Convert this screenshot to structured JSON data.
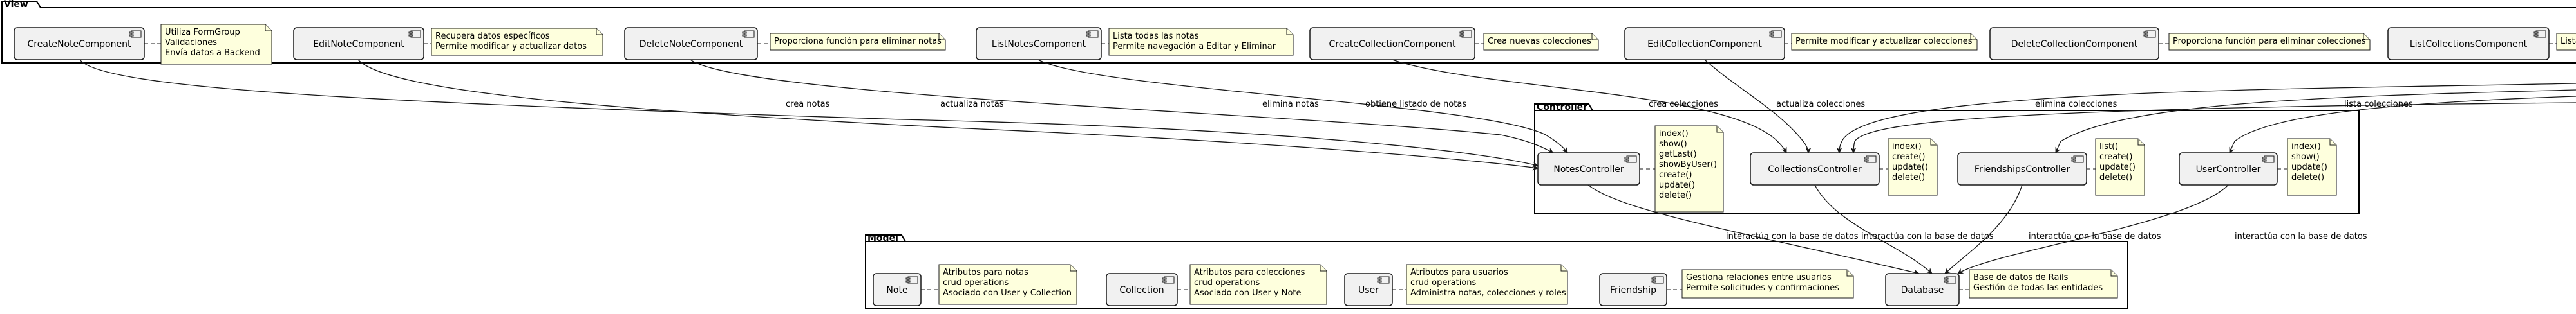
{
  "packages": {
    "view": "View",
    "controller": "Controller",
    "model": "Model"
  },
  "view_components": [
    {
      "id": "createNote",
      "label": "CreateNoteComponent",
      "note": [
        "Utiliza FormGroup",
        "Validaciones",
        "Envía datos a Backend"
      ]
    },
    {
      "id": "editNote",
      "label": "EditNoteComponent",
      "note": [
        "Recupera datos específicos",
        "Permite modificar y actualizar datos"
      ]
    },
    {
      "id": "deleteNote",
      "label": "DeleteNoteComponent",
      "note": [
        "Proporciona función para eliminar notas"
      ]
    },
    {
      "id": "listNotes",
      "label": "ListNotesComponent",
      "note": [
        "Lista todas las notas",
        "Permite navegación a Editar y Eliminar"
      ]
    },
    {
      "id": "createCollection",
      "label": "CreateCollectionComponent",
      "note": [
        "Crea nuevas colecciones"
      ]
    },
    {
      "id": "editCollection",
      "label": "EditCollectionComponent",
      "note": [
        "Permite modificar y actualizar colecciones"
      ]
    },
    {
      "id": "deleteCollection",
      "label": "DeleteCollectionComponent",
      "note": [
        "Proporciona función para eliminar colecciones"
      ]
    },
    {
      "id": "listCollections",
      "label": "ListCollectionsComponent",
      "note": [
        "Lista"
      ]
    }
  ],
  "controller_components": [
    {
      "id": "notesCtrl",
      "label": "NotesController",
      "note": [
        "index()",
        "show()",
        "getLast()",
        "showByUser()",
        "create()",
        "update()",
        "delete()"
      ]
    },
    {
      "id": "collectionsCtrl",
      "label": "CollectionsController",
      "note": [
        "index()",
        "create()",
        "update()",
        "delete()"
      ]
    },
    {
      "id": "friendshipsCtrl",
      "label": "FriendshipsController",
      "note": [
        "list()",
        "create()",
        "update()",
        "delete()"
      ]
    },
    {
      "id": "userCtrl",
      "label": "UserController",
      "note": [
        "index()",
        "show()",
        "update()",
        "delete()"
      ]
    }
  ],
  "model_components": [
    {
      "id": "note",
      "label": "Note",
      "note": [
        "Atributos para notas",
        "crud operations",
        "Asociado con User y Collection"
      ]
    },
    {
      "id": "collection",
      "label": "Collection",
      "note": [
        "Atributos para colecciones",
        "crud operations",
        "Asociado con User y Note"
      ]
    },
    {
      "id": "user",
      "label": "User",
      "note": [
        "Atributos para usuarios",
        "crud operations",
        "Administra notas, colecciones y roles"
      ]
    },
    {
      "id": "friendship",
      "label": "Friendship",
      "note": [
        "Gestiona relaciones entre usuarios",
        "Permite solicitudes y confirmaciones"
      ]
    },
    {
      "id": "database",
      "label": "Database",
      "note": [
        "Base de datos de Rails",
        "Gestión de todas las entidades"
      ]
    }
  ],
  "edge_labels": {
    "crea_notas": "crea notas",
    "actualiza_notas": "actualiza notas",
    "elimina_notas": "elimina notas",
    "obtiene_listado": "obtiene listado de notas",
    "crea_colecciones": "crea colecciones",
    "actualiza_colecciones": "actualiza colecciones",
    "elimina_colecciones": "elimina colecciones",
    "lista_colecciones": "lista colecciones",
    "interactua_1": "interactúa con la base de datos",
    "interactua_2": "interactúa con la base de datos",
    "interactua_3": "interactúa con la base de datos",
    "interactua_4": "interactúa con la base de datos"
  },
  "colors": {
    "package_bg": "#ffffff",
    "package_stroke": "#000000",
    "component_bg": "#f1f1f1",
    "component_stroke": "#181818",
    "note_bg": "#feffdd",
    "note_stroke": "#181818",
    "edge": "#181818"
  }
}
